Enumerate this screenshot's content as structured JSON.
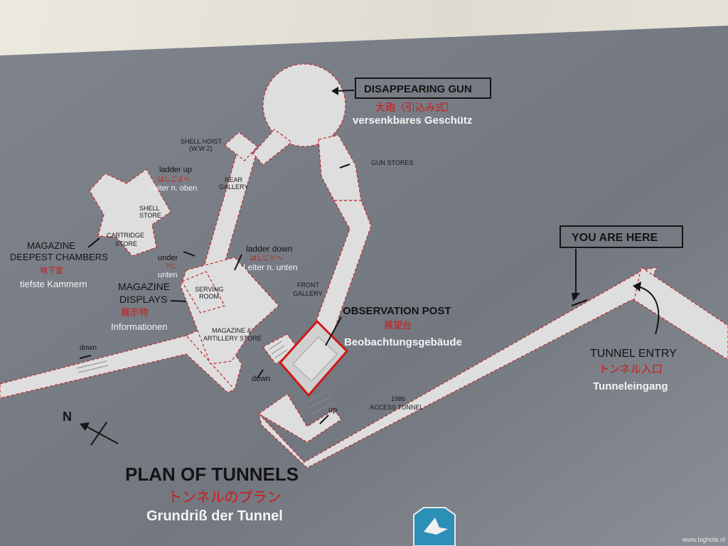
{
  "sign": {
    "title": "PLAN OF TUNNELS",
    "title_jp": "トンネルのプラン",
    "title_de": "Grundriß der Tunnel",
    "disappearing_gun": "DISAPPEARING GUN",
    "disappearing_gun_jp": "大砲（引込み式）",
    "disappearing_gun_de": "versenkbares Geschütz",
    "shell_hoist": "SHELL HOIST",
    "shell_hoist_note": "(W.W 2)",
    "gun_stores": "GUN STORES",
    "rear_gallery_1": "REAR",
    "rear_gallery_2": "GALLERY",
    "ladder_up": "ladder up",
    "ladder_up_jp": "はしごよへ",
    "ladder_up_de": "Leiter n. oben",
    "shell_store_1": "SHELL",
    "shell_store_2": "STORE",
    "cartridge_store_1": "CARTRIDGE",
    "cartridge_store_2": "STORE",
    "magazine_chambers_1": "MAGAZINE",
    "magazine_chambers_2": "DEEPEST CHAMBERS",
    "magazine_chambers_jp": "地下室",
    "magazine_chambers_de": "tiefste Kammern",
    "under": "under",
    "under_jp": "下に",
    "unten": "unten",
    "ladder_down": "ladder down",
    "ladder_down_jp": "はしごドへ",
    "ladder_down_de": "Leiter n. unten",
    "magazine_displays_1": "MAGAZINE",
    "magazine_displays_2": "DISPLAYS",
    "magazine_displays_jp": "展示物",
    "magazine_displays_de": "Informationen",
    "serving_room_1": "SERVING",
    "serving_room_2": "ROOM",
    "front_gallery_1": "FRONT",
    "front_gallery_2": "GALLERY",
    "mag_artillery_1": "MAGAZINE &",
    "mag_artillery_2": "ARTILLERY STORE",
    "observation_post": "OBSERVATION POST",
    "observation_post_jp": "展望台",
    "observation_post_de": "Beobachtungsgebäude",
    "down_left": "down",
    "down_mid": "down",
    "up": "up",
    "access_tunnel_1": "1986",
    "access_tunnel_2": "ACCESS TUNNEL",
    "you_are_here": "YOU ARE HERE",
    "tunnel_entry": "TUNNEL ENTRY",
    "tunnel_entry_jp": "トンネル入口",
    "tunnel_entry_de": "Tunneleingang",
    "north": "N"
  },
  "credit": "www.bighole.nl",
  "colors": {
    "board": "#7c8088",
    "tunnel": "#dedede",
    "accent": "#d01818",
    "logo": "#2c8fb8"
  }
}
